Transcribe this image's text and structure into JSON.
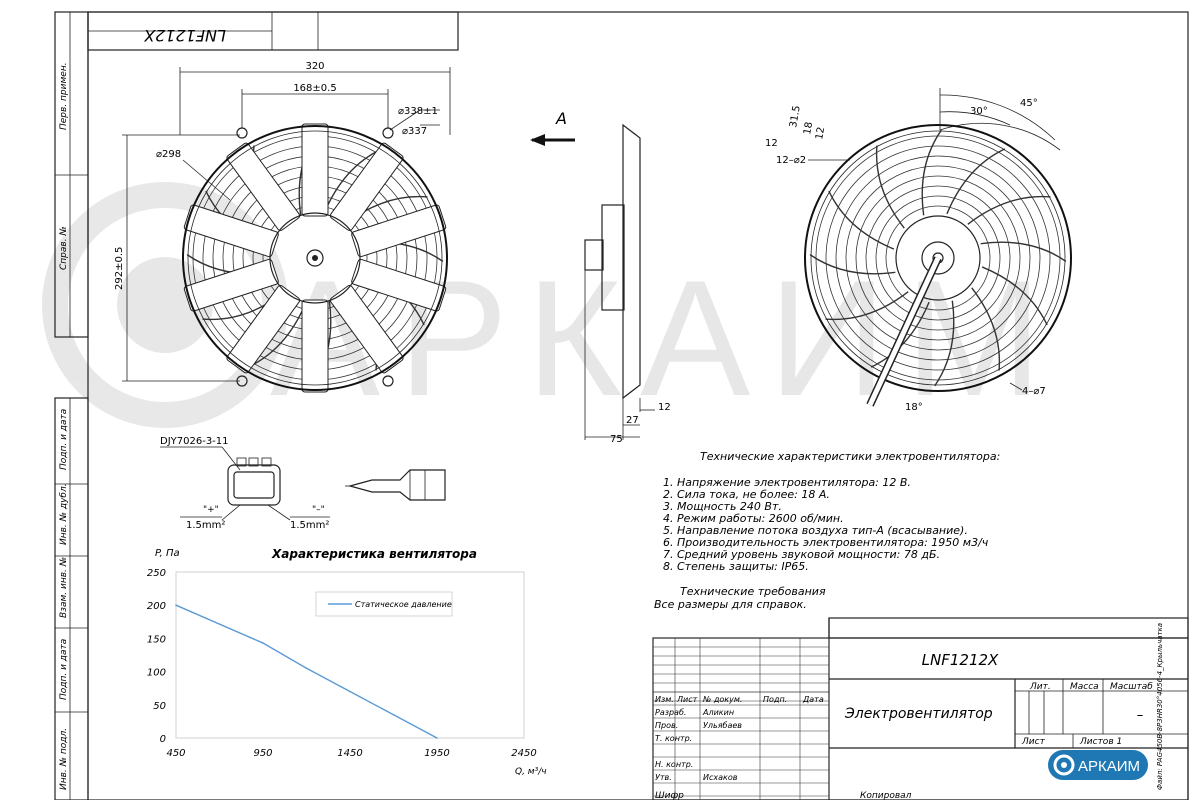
{
  "stamp_mirrored": "LNF1212X",
  "watermark": "АРКАИМ",
  "side_stamp_labels": [
    "Перв. примен.",
    "Справ. №",
    "Подп. и дата",
    "Инв. № дубл.",
    "Взам. инв. №",
    "Подп. и дата",
    "Инв. № подл."
  ],
  "front_view": {
    "dims": [
      "320",
      "168±0.5",
      "⌀338±1",
      "⌀337",
      "⌀298",
      "292±0.5"
    ]
  },
  "side_view": {
    "arrow_label": "А",
    "dims": [
      "12",
      "27",
      "75"
    ]
  },
  "rear_view": {
    "dims": [
      "45°",
      "30°",
      "31.5",
      "18",
      "12",
      "12",
      "12–⌀2",
      "4–⌀7",
      "18°"
    ]
  },
  "connector": {
    "part": "DJY7026-3-11",
    "pin_plus": "\"+\"",
    "pin_minus": "\"–\"",
    "wire_left": "1.5mm²",
    "wire_right": "1.5mm²"
  },
  "specs": {
    "title": "Технические характеристики электровентилятора:",
    "items": [
      "1. Напряжение электровентилятора: 12 В.",
      "2. Сила тока, не более: 18 А.",
      "3. Мощность 240 Вт.",
      "4. Режим работы: 2600 об/мин.",
      "5. Направление потока воздуха тип-А (всасывание).",
      "6. Производительность электровентилятора: 1950 м3/ч",
      "7. Средний уровень звуковой мощности: 78 дБ.",
      "8. Степень защиты: IP65."
    ],
    "req_title": "Технические требования",
    "req_text": "Все размеры для справок."
  },
  "chart_data": {
    "type": "line",
    "title": "Характеристика вентилятора",
    "ylabel": "P, Па",
    "xlabel": "Q, м³/ч",
    "xlim": [
      450,
      2450
    ],
    "ylim": [
      0,
      250
    ],
    "x_ticks": [
      450,
      950,
      1450,
      1950,
      2450
    ],
    "y_ticks": [
      0,
      50,
      100,
      150,
      200,
      250
    ],
    "grid": false,
    "legend": "top-center",
    "series": [
      {
        "name": "Статическое давление",
        "color": "#5b9bd5",
        "x": [
          450,
          950,
          1200,
          1450,
          1700,
          1950
        ],
        "y": [
          200,
          143,
          105,
          70,
          35,
          0
        ]
      }
    ]
  },
  "title_block": {
    "designation": "LNF1212X",
    "name": "Электровентилятор",
    "col_lit": "Лит.",
    "col_mass": "Масса",
    "col_scale": "Масштаб",
    "scale_value": "–",
    "sheet": "Лист",
    "sheets": "Листов 1",
    "rows": [
      {
        "role": "Изм.",
        "col2": "Лист",
        "col3": "№ докум.",
        "col4": "Подп.",
        "col5": "Дата"
      },
      {
        "role": "Разраб.",
        "name": "Аликин"
      },
      {
        "role": "Пров.",
        "name": "Ульябаев"
      },
      {
        "role": "Т. контр.",
        "name": ""
      },
      {
        "role": "",
        "name": ""
      },
      {
        "role": "Н. контр.",
        "name": ""
      },
      {
        "role": "Утв.",
        "name": "Исхаков"
      }
    ],
    "logo_text": "АРКАИМ",
    "footer_left": "Шифр",
    "footer_mid": "Копировал",
    "file_note": "Файл: PAG450B-8P3HR30°4056-4_Крыльчатка"
  }
}
